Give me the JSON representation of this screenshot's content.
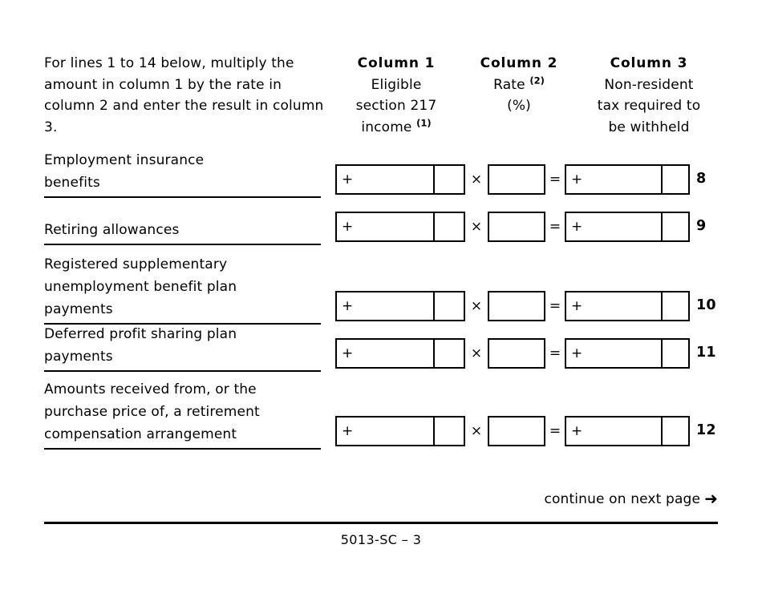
{
  "instructions": {
    "text": "For lines 1 to 14 below, multiply the amount in column 1 by the rate in column 2 and enter the result in column 3."
  },
  "columns": [
    {
      "title": "Column 1",
      "sub_line1": "Eligible",
      "sub_line2": "section 217",
      "sub_line3": "income",
      "footnote_marker": "(1)"
    },
    {
      "title": "Column 2",
      "sub_line1": "Rate",
      "sub_line2": "(%)",
      "sub_line3": "",
      "footnote_marker": "(2)"
    },
    {
      "title": "Column 3",
      "sub_line1": "Non-resident",
      "sub_line2": "tax required to",
      "sub_line3": "be withheld",
      "footnote_marker": ""
    }
  ],
  "symbols": {
    "plus": "+",
    "multiply": "×",
    "equals": "=",
    "arrow": "➜"
  },
  "rows": [
    {
      "label": "Employment insurance benefits",
      "label_lines": [
        "Employment insurance",
        "benefits"
      ],
      "col1_value": "",
      "col1_cents": "",
      "rate_value": "",
      "col3_value": "",
      "col3_cents": "",
      "line_number": "8"
    },
    {
      "label": "Retiring allowances",
      "label_lines": [
        "Retiring allowances"
      ],
      "col1_value": "",
      "col1_cents": "",
      "rate_value": "",
      "col3_value": "",
      "col3_cents": "",
      "line_number": "9"
    },
    {
      "label": "Registered supplementary unemployment benefit plan payments",
      "label_lines": [
        "Registered supplementary",
        "unemployment benefit plan",
        "payments"
      ],
      "col1_value": "",
      "col1_cents": "",
      "rate_value": "",
      "col3_value": "",
      "col3_cents": "",
      "line_number": "10"
    },
    {
      "label": "Deferred profit sharing plan payments",
      "label_lines": [
        "Deferred profit sharing plan",
        "payments"
      ],
      "col1_value": "",
      "col1_cents": "",
      "rate_value": "",
      "col3_value": "",
      "col3_cents": "",
      "line_number": "11"
    },
    {
      "label": "Amounts received from, or the purchase price of, a retirement compensation arrangement",
      "label_lines": [
        "Amounts received from, or the",
        "purchase price of, a retirement",
        "compensation arrangement"
      ],
      "col1_value": "",
      "col1_cents": "",
      "rate_value": "",
      "col3_value": "",
      "col3_cents": "",
      "line_number": "12"
    }
  ],
  "footer": {
    "continue_text": "continue on next page",
    "form_code": "5013-SC – 3"
  }
}
